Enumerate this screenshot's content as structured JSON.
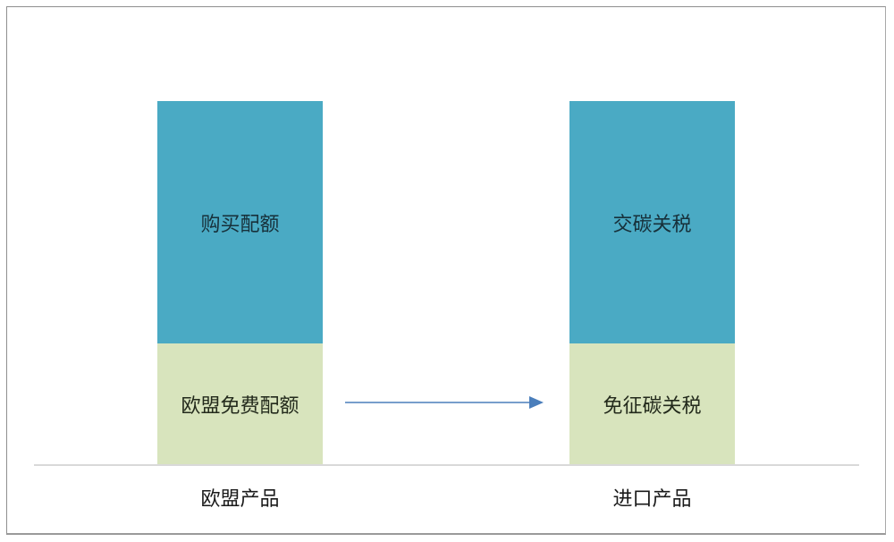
{
  "diagram": {
    "colors": {
      "top_segment": "#4aaac4",
      "bottom_segment": "#d8e4bd",
      "arrow": "#4a7ebb",
      "baseline": "#d9d9d9",
      "frame": "#8f8f8f"
    },
    "columns": [
      {
        "category": "欧盟产品",
        "top_label": "购买配额",
        "bottom_label": "欧盟免费配额"
      },
      {
        "category": "进口产品",
        "top_label": "交碳关税",
        "bottom_label": "免征碳关税"
      }
    ],
    "arrow": {
      "from": "欧盟免费配额",
      "to": "免征碳关税"
    }
  }
}
